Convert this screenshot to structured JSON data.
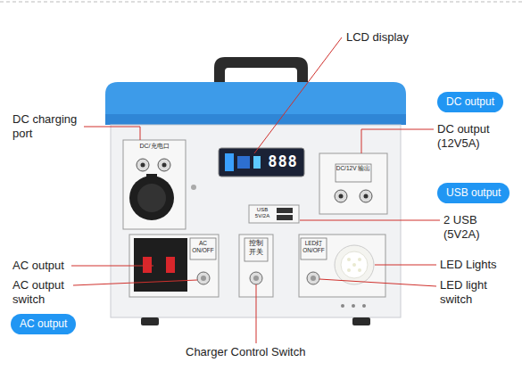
{
  "diagram": {
    "nodes": [
      {
        "text": [
          "DC output"
        ]
      },
      {
        "text": [
          "USB output"
        ]
      },
      {
        "text": [
          "AC output"
        ]
      }
    ],
    "labels": [
      "LCD display",
      "DC charging port",
      "DC output (12V5A)",
      "2 USB (5V2A)",
      "AC output",
      "AC output switch",
      "LED Lights",
      "LED light switch",
      "Charger Control Switch",
      "DC/充电口",
      "888",
      "DC/12V 输出",
      "USB 5V/2A",
      "AC ON/OFF",
      "控制 开关",
      "LED灯 ON/OFF"
    ]
  }
}
